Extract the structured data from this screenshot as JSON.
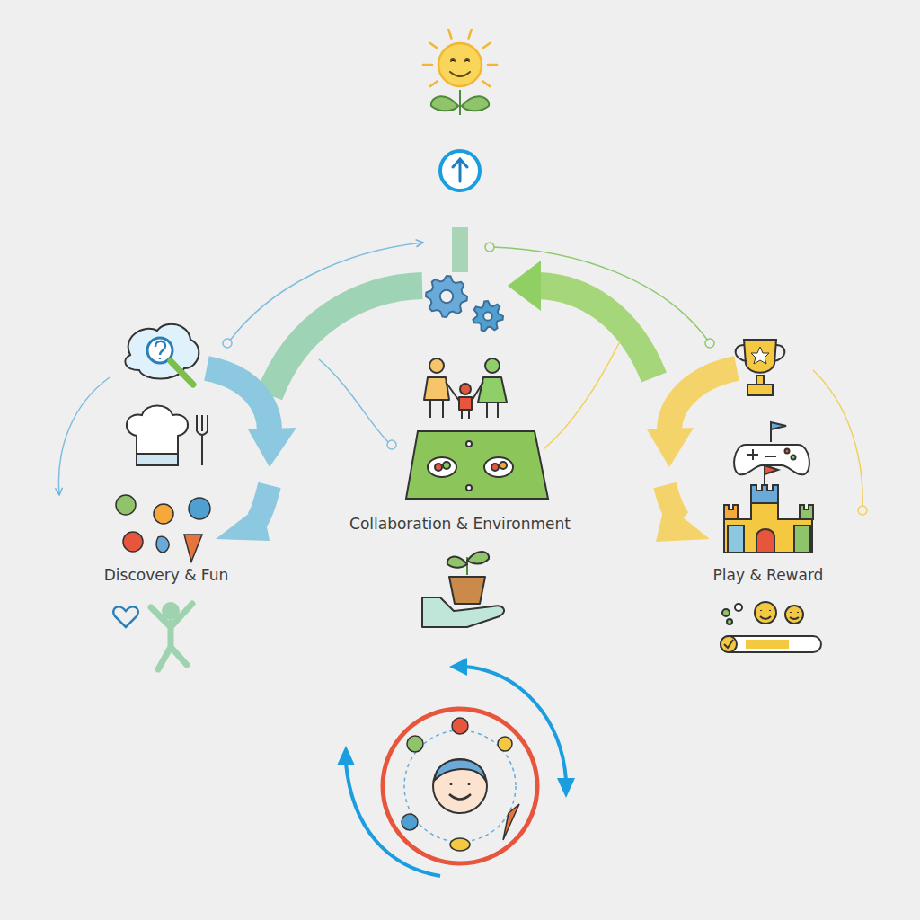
{
  "diagram": {
    "labels": [
      "Discovery & Fun",
      "Collaboration & Environment",
      "Play & Reward"
    ]
  }
}
